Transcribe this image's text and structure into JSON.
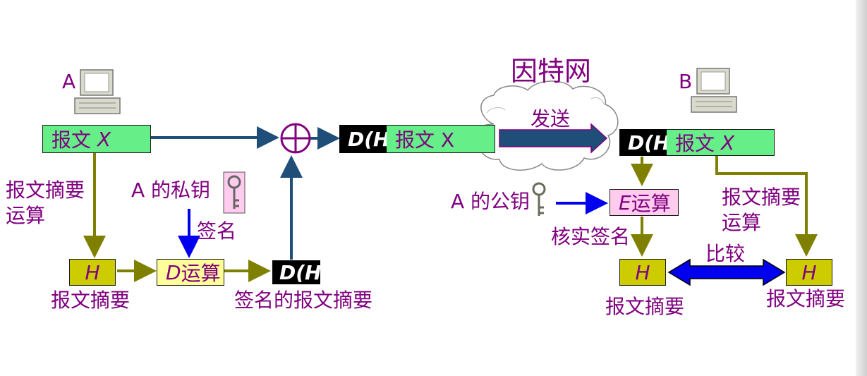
{
  "nodes": {
    "host_a": "A",
    "host_b": "B",
    "internet": "因特网",
    "send": "发送",
    "compare": "比较"
  },
  "sender": {
    "message_prefix": "报文",
    "message_var": "X",
    "digest_op_line1": "报文摘要",
    "digest_op_line2": "运算",
    "digest_var": "H",
    "digest_caption": "报文摘要",
    "private_key": "A 的私钥",
    "sign": "签名",
    "d_op_var": "D",
    "d_op_suffix": " 运算",
    "signed_box": "D(H",
    "signed_caption": "签名的报文摘要"
  },
  "packet": {
    "signed": "D(H)",
    "message": "报文 X"
  },
  "receiver": {
    "signed": "D(H)",
    "message_prefix": "报文",
    "message_var": "X",
    "public_key": "A 的公钥",
    "e_op_var": "E",
    "e_op_suffix": " 运算",
    "verify": "核实签名",
    "digest_op_line1": "报文摘要",
    "digest_op_line2": "运算",
    "left_digest_var": "H",
    "left_digest_caption": "报文摘要",
    "right_digest_var": "H",
    "right_digest_caption": "报文摘要"
  },
  "colors": {
    "navy_arrow": "#1f4e79",
    "olive_arrow": "#808000",
    "blue_arrow": "#0000ee",
    "compare_arrow": "#0000ee",
    "label": "#800080",
    "message_box": "#66ee88",
    "digest_box": "#cccc00",
    "d_box": "#ffff99",
    "e_box": "#ffccee"
  },
  "icons": [
    "computer-a-icon",
    "computer-b-icon",
    "private-key-icon",
    "public-key-icon",
    "xor-icon",
    "cloud-icon"
  ]
}
